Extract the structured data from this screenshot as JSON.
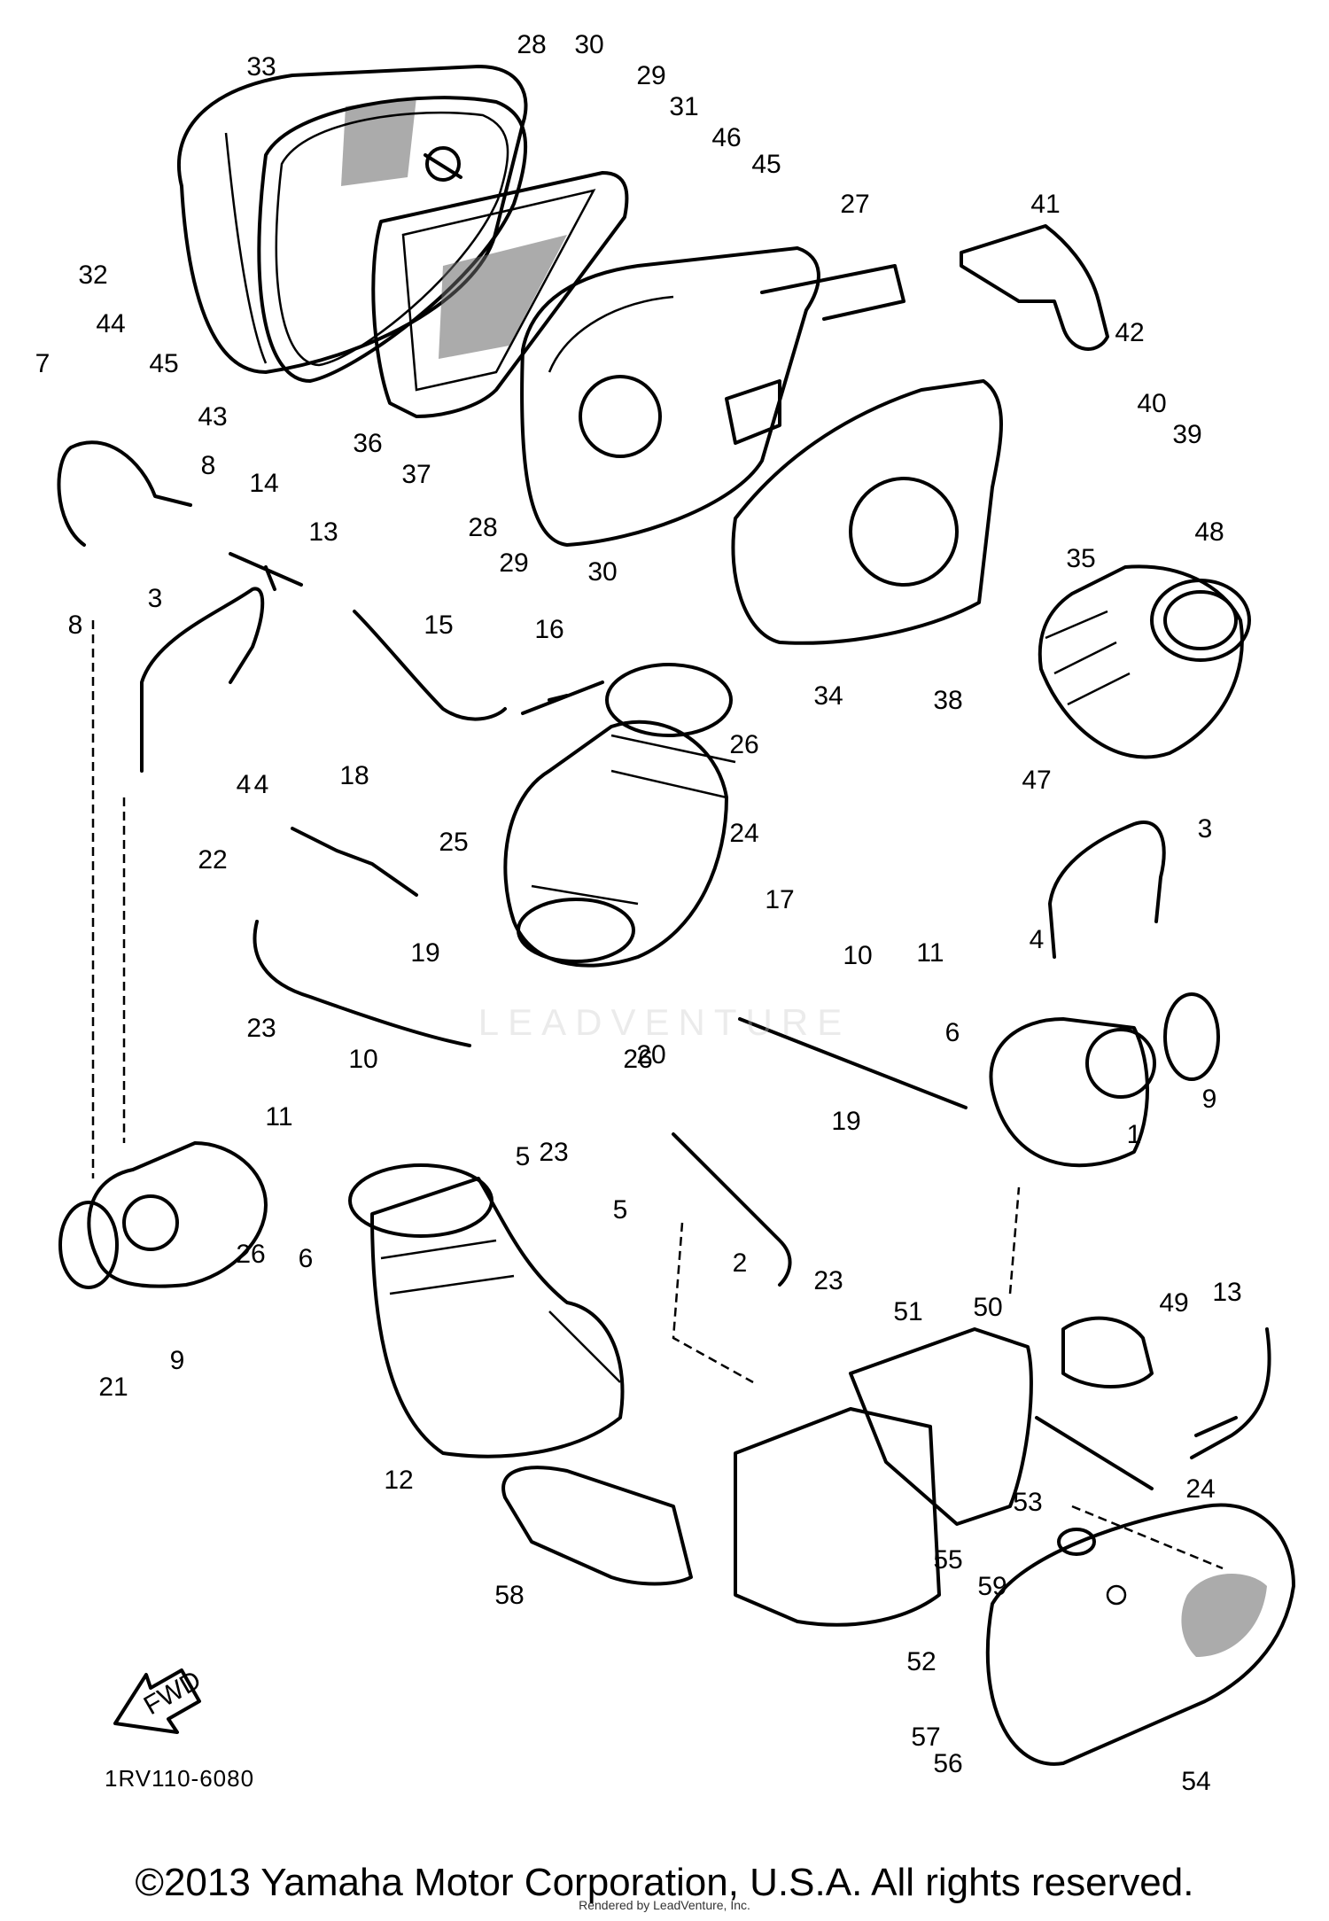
{
  "diagram": {
    "code": "1RV110-6080",
    "fwd_label": "FWD",
    "watermark": "LEADVENTURE",
    "copyright": "©2013 Yamaha Motor Corporation, U.S.A. All rights reserved.",
    "rendered_by": "Rendered by LeadVenture, Inc.",
    "callouts": [
      "33",
      "28",
      "30",
      "29",
      "31",
      "46",
      "45",
      "27",
      "41",
      "32",
      "42",
      "44",
      "45",
      "43",
      "40",
      "39",
      "7",
      "36",
      "37",
      "8",
      "14",
      "13",
      "28",
      "29",
      "30",
      "35",
      "48",
      "3",
      "15",
      "16",
      "8",
      "26",
      "34",
      "38",
      "47",
      "18",
      "4",
      "22",
      "25",
      "24",
      "3",
      "4",
      "19",
      "26",
      "17",
      "11",
      "10",
      "6",
      "4",
      "23",
      "10",
      "20",
      "9",
      "11",
      "23",
      "19",
      "1",
      "6",
      "5",
      "26",
      "5",
      "21",
      "9",
      "2",
      "23",
      "51",
      "50",
      "49",
      "13",
      "12",
      "24",
      "53",
      "55",
      "59",
      "58",
      "52",
      "57",
      "54",
      "56"
    ]
  }
}
